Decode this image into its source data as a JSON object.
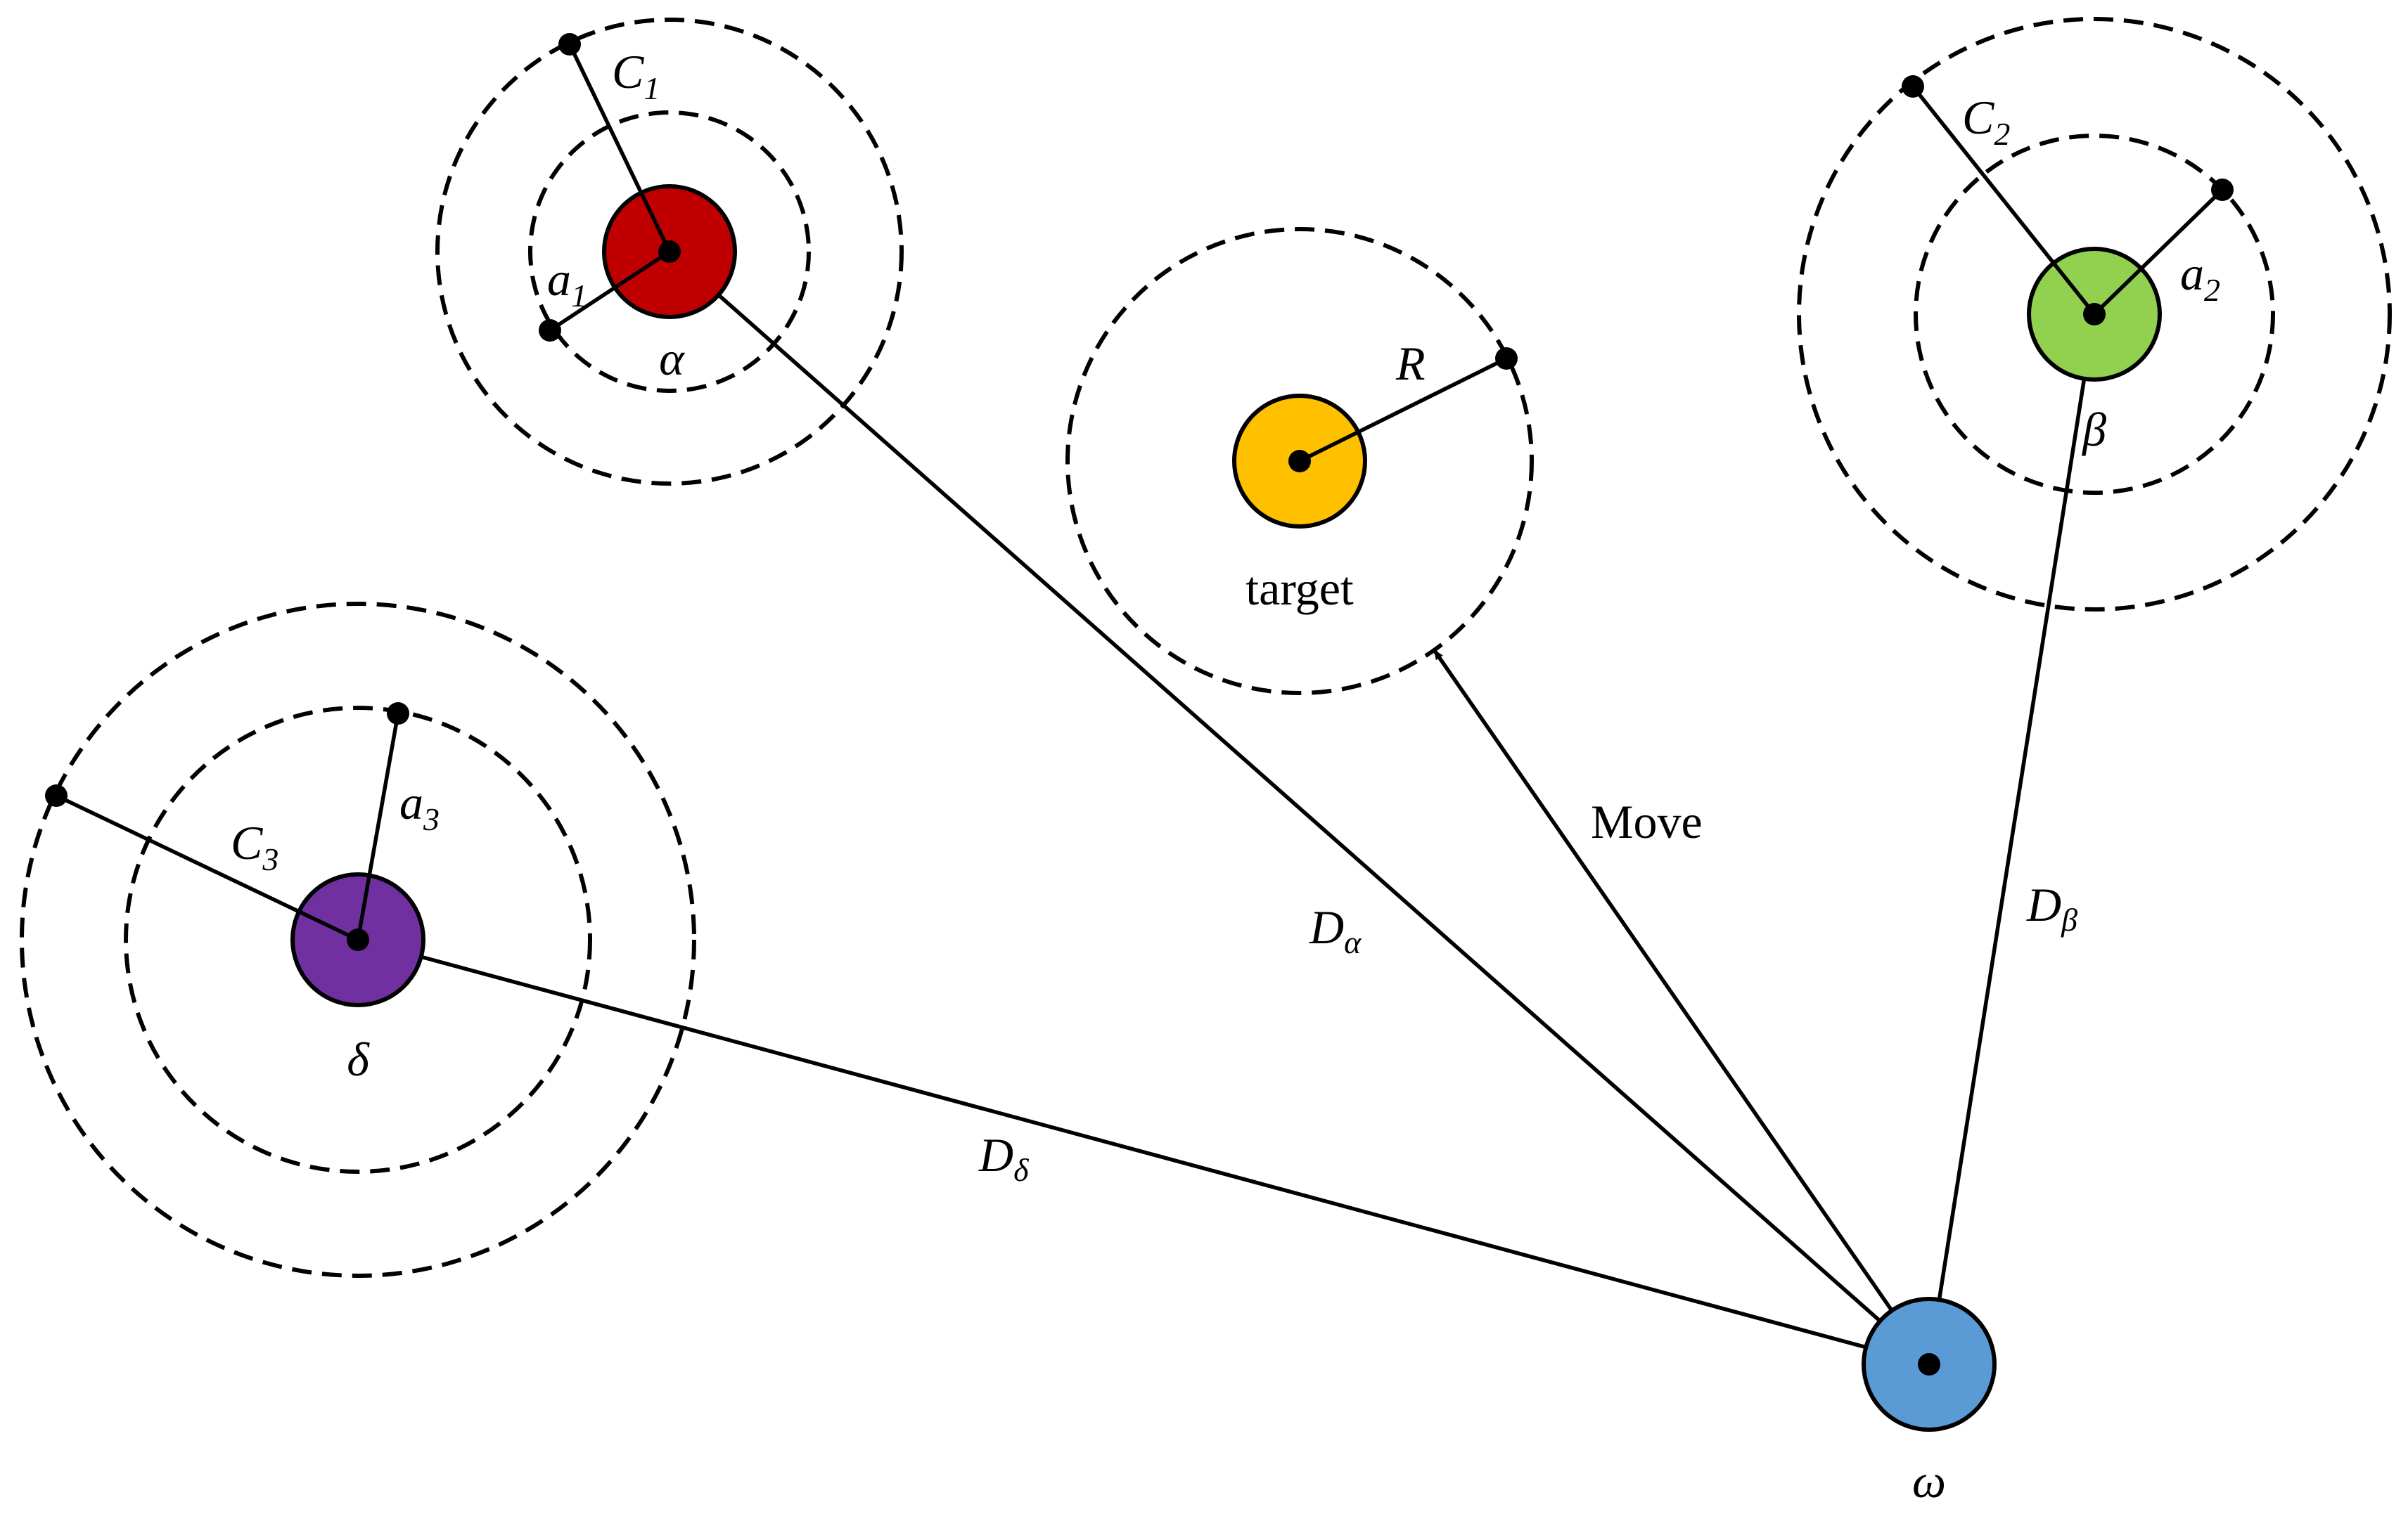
{
  "agents": {
    "alpha": {
      "symbol": "α",
      "color": "#C00000"
    },
    "beta": {
      "symbol": "β",
      "color": "#92D050"
    },
    "delta": {
      "symbol": "δ",
      "color": "#7030A0"
    },
    "omega": {
      "symbol": "ω",
      "color": "#5B9BD5"
    },
    "target": {
      "label": "target",
      "color": "#FFC000"
    }
  },
  "labels": {
    "c1": {
      "base": "C",
      "sub": "1"
    },
    "c2": {
      "base": "C",
      "sub": "2"
    },
    "c3": {
      "base": "C",
      "sub": "3"
    },
    "a1": {
      "base": "a",
      "sub": "1"
    },
    "a2": {
      "base": "a",
      "sub": "2"
    },
    "a3": {
      "base": "a",
      "sub": "3"
    },
    "r": "R",
    "move": "Move",
    "d_alpha": {
      "base": "D",
      "sub": "α"
    },
    "d_beta": {
      "base": "D",
      "sub": "β"
    },
    "d_delta": {
      "base": "D",
      "sub": "δ"
    }
  }
}
